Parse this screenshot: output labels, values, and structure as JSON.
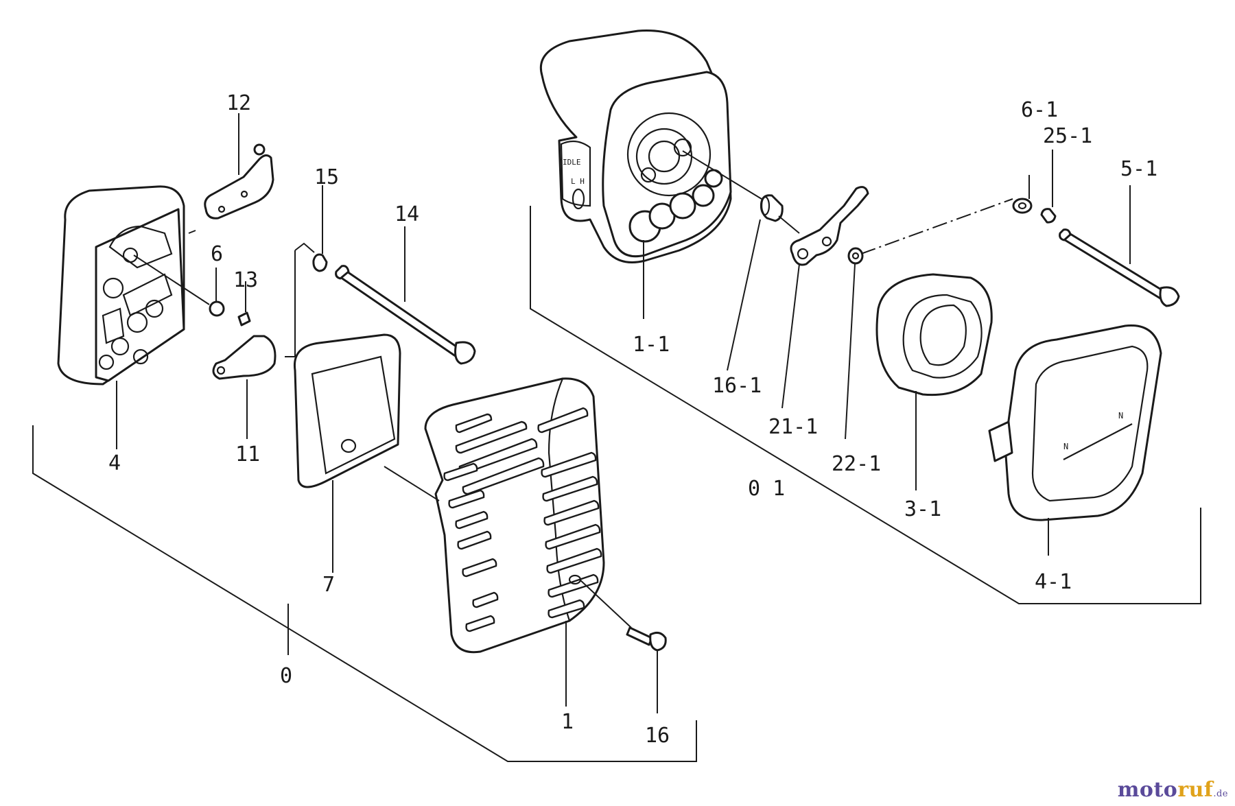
{
  "labels": {
    "l12": "12",
    "l15": "15",
    "l14": "14",
    "l6": "6",
    "l13": "13",
    "l4": "4",
    "l11": "11",
    "l7": "7",
    "l0": "0",
    "l1": "1",
    "l16": "16",
    "l11b": "1-1",
    "l161": "16-1",
    "l211": "21-1",
    "l221": "22-1",
    "l01": "0 1",
    "l31": "3-1",
    "l41": "4-1",
    "l61": "6-1",
    "l251": "25-1",
    "l51": "5-1"
  },
  "watermark": {
    "part1": "moto",
    "part2": "ruf",
    "part3": ".de"
  },
  "icons": [
    "air-filter-cover",
    "carburetor-housing",
    "choke-lever",
    "filter-element"
  ]
}
